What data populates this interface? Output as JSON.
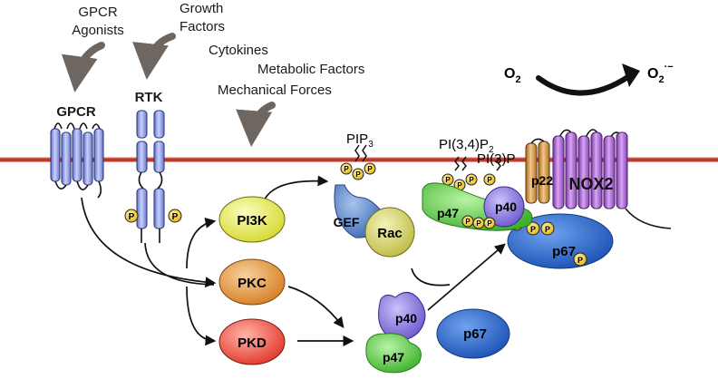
{
  "stimuli": {
    "gpcr_agonists_line1": "GPCR",
    "gpcr_agonists_line2": "Agonists",
    "growth_factors_line1": "Growth",
    "growth_factors_line2": "Factors",
    "cytokines": "Cytokines",
    "metabolic_factors": "Metabolic Factors",
    "mechanical_forces": "Mechanical Forces"
  },
  "receptors": {
    "gpcr": "GPCR",
    "rtk": "RTK",
    "phospho": "P"
  },
  "kinases": {
    "pi3k": "PI3K",
    "pkc": "PKC",
    "pkd": "PKD"
  },
  "lipids": {
    "pip3": "PIP",
    "pip3_sub": "3",
    "pi34p2_main": "PI(3,4)P",
    "pi34p2_sub": "2",
    "pi3p": "PI(3)P"
  },
  "complex": {
    "gef": "GEF",
    "rac": "Rac",
    "p47": "p47",
    "p40": "p40",
    "p67": "p67",
    "p22": "p22",
    "nox2": "NOX2",
    "phospho": "P"
  },
  "cytosolic": {
    "p40": "p40",
    "p47": "p47",
    "p67": "p67"
  },
  "reaction": {
    "o2": "O",
    "o2_sub": "2",
    "superoxide": "O",
    "superoxide_sub": "2",
    "superoxide_sup": "·−"
  },
  "colors": {
    "membrane": "#c0392b",
    "stimulus_arrow": "#6e6660",
    "pi3k": "#e6ea4e",
    "pkc": "#e0913b",
    "pkd": "#ee4b40",
    "gef": "#5b86c6",
    "rac": "#d9d76a",
    "p47": "#5ed24a",
    "p40": "#8e7ae0",
    "p67": "#2f6fd6",
    "p22": "#c78a3c",
    "nox2": "#9b59c7",
    "phospho": "#f0c21c"
  }
}
